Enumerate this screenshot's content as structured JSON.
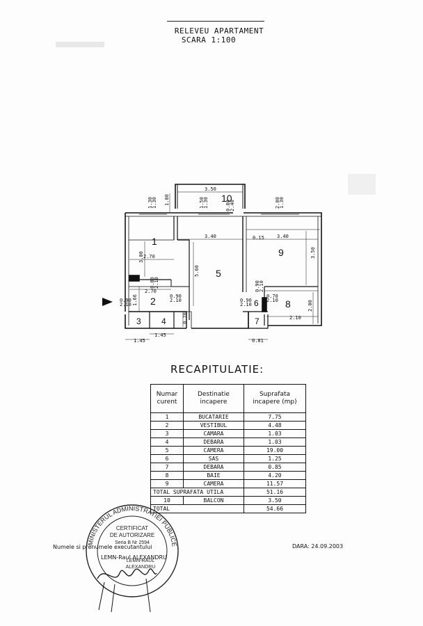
{
  "header": {
    "title": "RELEVEU APARTAMENT",
    "scale": "SCARA 1:100"
  },
  "plan": {
    "dimensions": {
      "d350": "3.50",
      "d340a": "3.40",
      "d340b": "3.40",
      "d270a": "2.70",
      "d270b": "2.70",
      "d300": "3.00",
      "d560": "5.60",
      "d350v": "3.50",
      "d200": "2.00",
      "d210h": "2.10",
      "d145a": "1.45",
      "d145b": "1.45",
      "d081": "0.81",
      "d015": "0.15",
      "d166": "1.66",
      "d070": "0.70",
      "d100": "1.00",
      "w1": "1.30\n1.30",
      "w2": "1.50\n1.30",
      "w3": "0.80\n2.40",
      "w4": "2.00\n1.30",
      "door1": "0.80\n2.10",
      "door2": "0.90\n2.10",
      "door3": "0.90\n2.10",
      "door4": "0.90\n2.10",
      "door5": "0.70\n2.10",
      "door6": "0.90\n2.10"
    },
    "rooms": [
      "1",
      "2",
      "3",
      "4",
      "5",
      "6",
      "7",
      "8",
      "9",
      "10"
    ],
    "entry_marker": "entry-arrow-icon"
  },
  "recap": {
    "title": "RECAPITULATIE:",
    "headers": {
      "num": "Numar curent",
      "dest": "Destinatie incapere",
      "area": "Suprafata incapere (mp)"
    },
    "rows": [
      {
        "n": "1",
        "d": "BUCATARIE",
        "a": "7.75"
      },
      {
        "n": "2",
        "d": "VESTIBUL",
        "a": "4.48"
      },
      {
        "n": "3",
        "d": "CAMARA",
        "a": "1.03"
      },
      {
        "n": "4",
        "d": "DEBARA",
        "a": "1.03"
      },
      {
        "n": "5",
        "d": "CAMERA",
        "a": "19.00"
      },
      {
        "n": "6",
        "d": "SAS",
        "a": "1.25"
      },
      {
        "n": "7",
        "d": "DEBARA",
        "a": "0.85"
      },
      {
        "n": "8",
        "d": "BAIE",
        "a": "4.20"
      },
      {
        "n": "9",
        "d": "CAMERA",
        "a": "11.57"
      }
    ],
    "total_util": {
      "label": "TOTAL SUPRAFATA UTILA",
      "a": "51.16"
    },
    "balcon": {
      "n": "10",
      "d": "BALCON",
      "a": "3.50"
    },
    "total": {
      "label": "TOTAL",
      "a": "54.66"
    }
  },
  "footer": {
    "exec_label": "Numele si prenumele executantului",
    "exec_name": "LEMN-Raul ALEXANDRU",
    "date": "DARA: 24.09.2003"
  },
  "stamp": {
    "ring_text": "MINISTERUL ADMINISTRATIEI PUBLICE",
    "line1": "CERTIFICAT",
    "line2": "DE AUTORIZARE",
    "line3": "Seria B Nr 2594",
    "line4": "LEMN-RAUL",
    "line5": "ALEXANDRU"
  }
}
